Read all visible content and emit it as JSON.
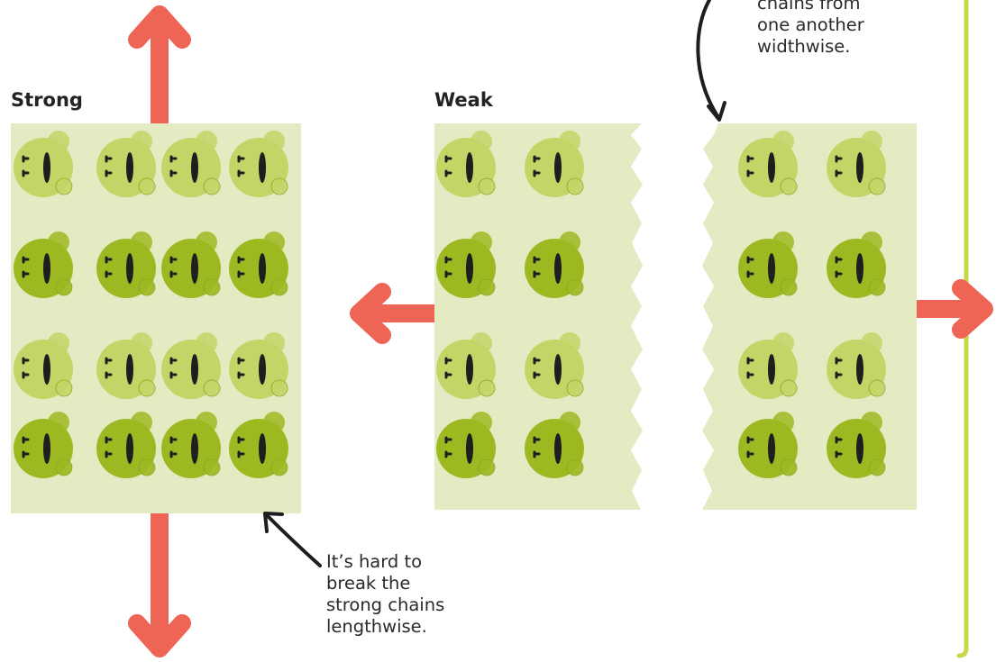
{
  "labels": {
    "strong": "Strong",
    "weak": "Weak"
  },
  "annotations": {
    "top_right": [
      "chains from",
      "one another",
      "widthwise."
    ],
    "bottom": [
      "It’s hard to",
      "break the",
      "strong chains",
      "lengthwise."
    ]
  },
  "colors": {
    "arrow": "#EE6455",
    "sheet": "#E4EBC2",
    "molecule_light": "#C4D466",
    "molecule_dark": "#9DB922",
    "face_marks": "#1E1E1E",
    "border_line": "#C8D64A"
  },
  "icons": [
    "smiley-molecule-icon",
    "arrow-up-icon",
    "arrow-down-icon",
    "arrow-left-icon",
    "arrow-right-icon",
    "curved-pointer-arrow-icon"
  ]
}
